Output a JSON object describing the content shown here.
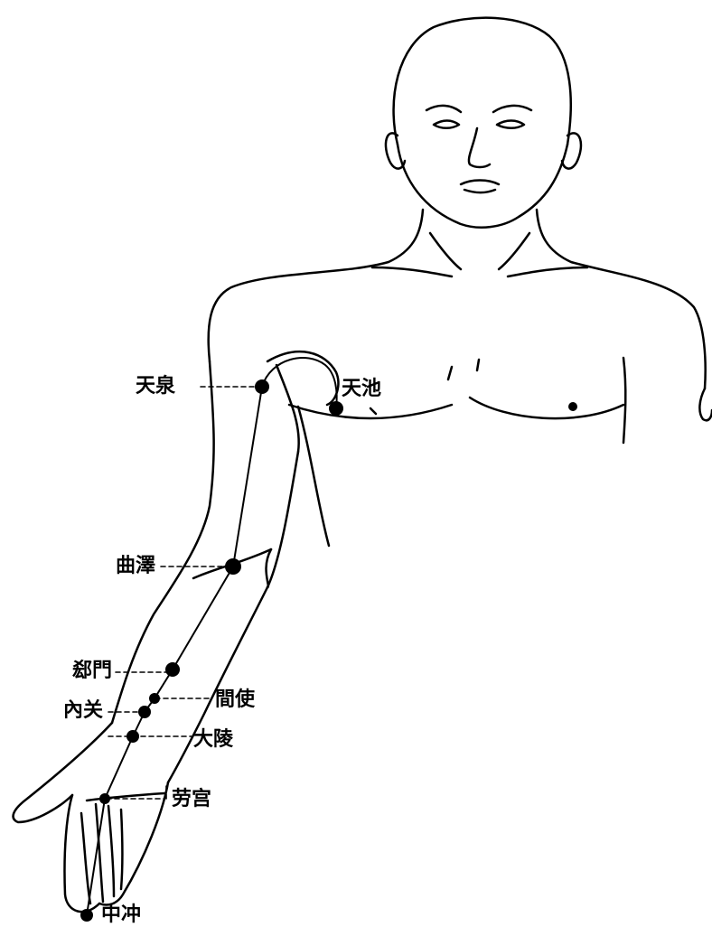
{
  "points": [
    {
      "id": "tianquan",
      "label": "天泉"
    },
    {
      "id": "tianchi",
      "label": "天池"
    },
    {
      "id": "quze",
      "label": "曲澤"
    },
    {
      "id": "ximen",
      "label": "郄門"
    },
    {
      "id": "jianshi",
      "label": "間使"
    },
    {
      "id": "neiguan",
      "label": "內关"
    },
    {
      "id": "daling",
      "label": "大陵"
    },
    {
      "id": "laogong",
      "label": "劳宫"
    },
    {
      "id": "zhongchong",
      "label": "中冲"
    }
  ],
  "meridian_color": "#000000"
}
